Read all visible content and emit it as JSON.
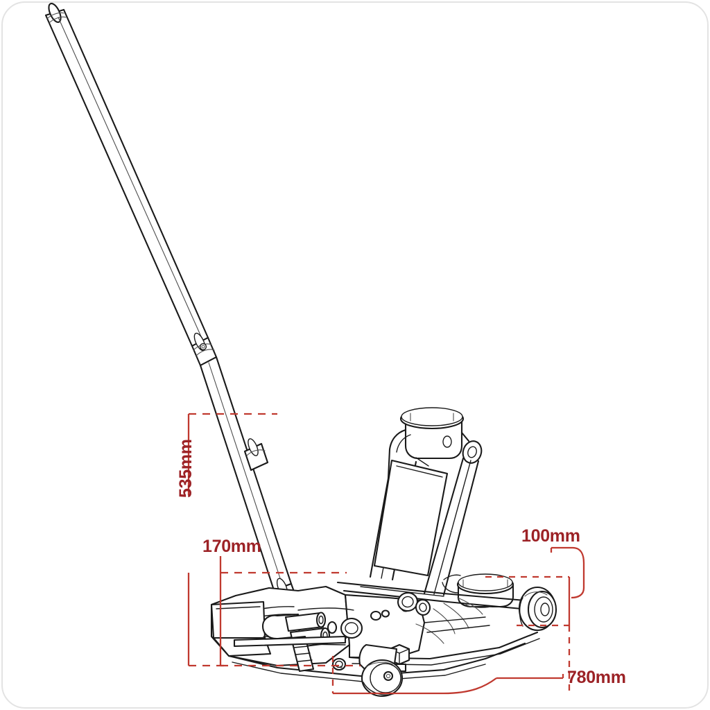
{
  "product": {
    "type": "low-profile-trolley-jack",
    "view": "side-elevation-line-drawing"
  },
  "colors": {
    "dimension_red": "#9c2226",
    "dimension_line": "#c0392f",
    "outline": "#1a1a1a",
    "card_border": "#e3e3e3",
    "background": "#ffffff"
  },
  "dimensions": {
    "handle_height": {
      "label": "535mm",
      "name": "535mm",
      "orientation": "vertical",
      "measures": "maximum handle height"
    },
    "chassis_height": {
      "label": "170mm",
      "name": "170mm",
      "orientation": "vertical",
      "measures": "chassis / body height"
    },
    "min_clearance": {
      "label": "100mm",
      "name": "100mm",
      "orientation": "vertical",
      "measures": "minimum saddle height"
    },
    "overall_length": {
      "label": "780mm",
      "name": "780mm",
      "orientation": "horizontal",
      "measures": "overall chassis length"
    }
  },
  "parts": [
    {
      "name": "handle-upper-tube"
    },
    {
      "name": "handle-lower-tube"
    },
    {
      "name": "handle-joint-collar"
    },
    {
      "name": "lifting-saddle"
    },
    {
      "name": "lift-arm"
    },
    {
      "name": "chassis-side-plate"
    },
    {
      "name": "front-wheel"
    },
    {
      "name": "rear-castor"
    },
    {
      "name": "hex-bolt"
    },
    {
      "name": "release-valve-mechanism"
    },
    {
      "name": "secondary-saddle-pad"
    }
  ]
}
